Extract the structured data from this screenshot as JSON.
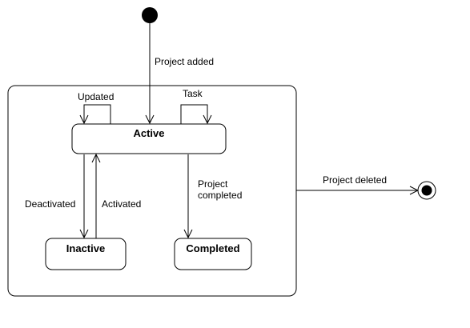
{
  "states": {
    "active": "Active",
    "inactive": "Inactive",
    "completed": "Completed"
  },
  "transitions": {
    "project_added": "Project added",
    "updated": "Updated",
    "task": "Task",
    "deactivated": "Deactivated",
    "activated": "Activated",
    "project_completed_line1": "Project",
    "project_completed_line2": "completed",
    "project_deleted": "Project deleted"
  }
}
